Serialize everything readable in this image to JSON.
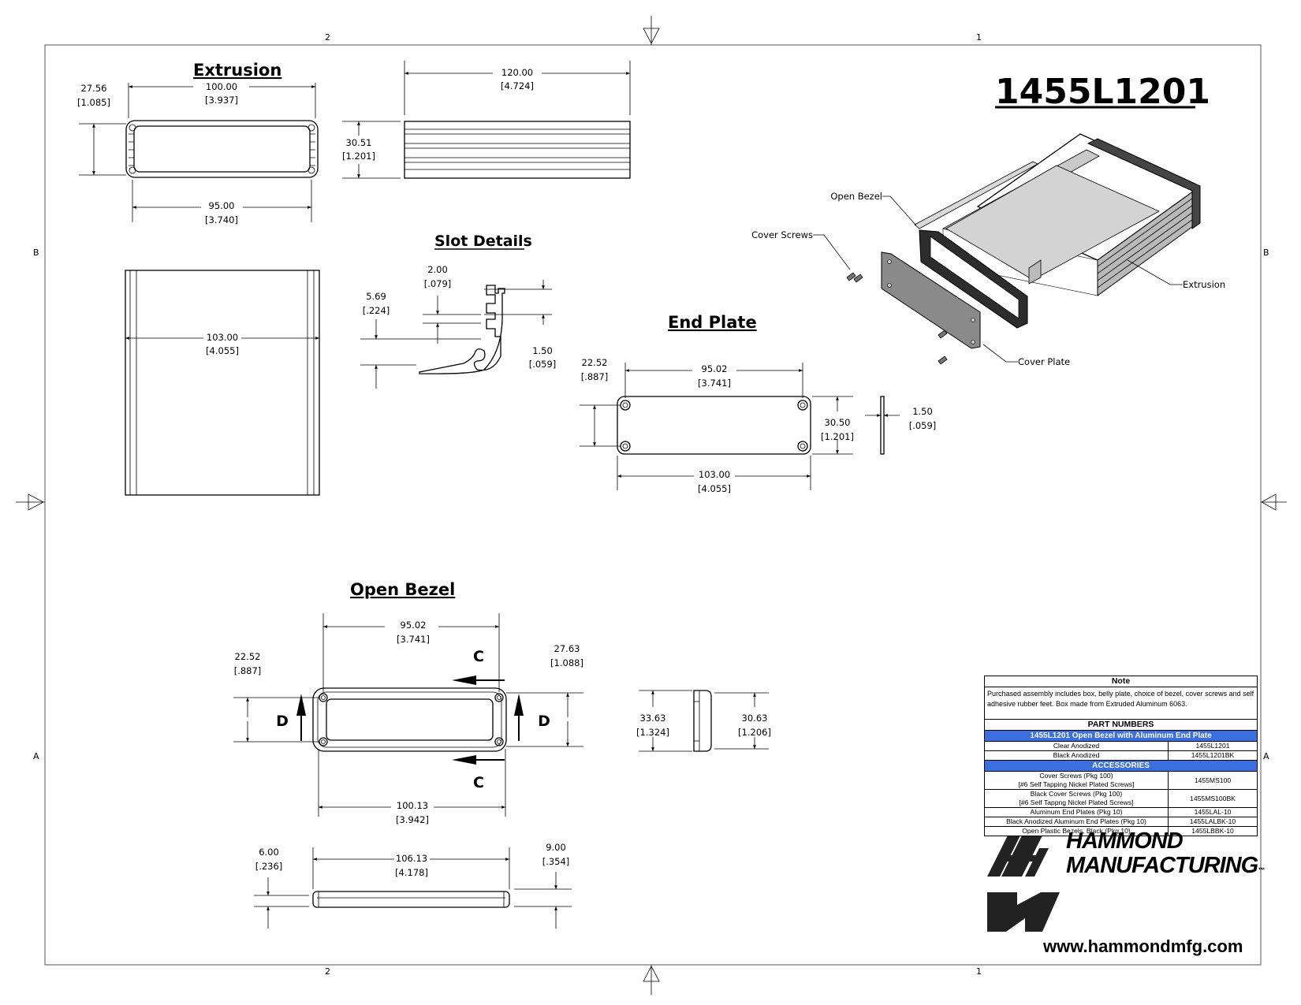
{
  "part_number": "1455L1201",
  "zones": {
    "top_left": "2",
    "top_right": "1",
    "bottom_left": "2",
    "bottom_right": "1",
    "left_upper": "B",
    "left_lower": "A",
    "right_upper": "B",
    "right_lower": "A"
  },
  "views": {
    "extrusion": {
      "title": "Extrusion",
      "dims": {
        "width": "100.00",
        "width_in": "[3.937]",
        "height": "27.56",
        "height_in": "[1.085]",
        "inner": "95.00",
        "inner_in": "[3.740]",
        "length": "120.00",
        "length_in": "[4.724]",
        "side_height": "30.51",
        "side_height_in": "[1.201]",
        "bottom": "103.00",
        "bottom_in": "[4.055]"
      }
    },
    "slot_details": {
      "title": "Slot Details",
      "dims": {
        "slot": "2.00",
        "slot_in": "[.079]",
        "depth": "5.69",
        "depth_in": "[.224]",
        "wall": "1.50",
        "wall_in": "[.059]"
      }
    },
    "end_plate": {
      "title": "End Plate",
      "dims": {
        "hole_span": "95.02",
        "hole_span_in": "[3.741]",
        "hole_v": "22.52",
        "hole_v_in": "[.887]",
        "height": "30.50",
        "height_in": "[1.201]",
        "width": "103.00",
        "width_in": "[4.055]",
        "thick": "1.50",
        "thick_in": "[.059]"
      }
    },
    "open_bezel": {
      "title": "Open Bezel",
      "dims": {
        "hole_span": "95.02",
        "hole_span_in": "[3.741]",
        "hole_v": "22.52",
        "hole_v_in": "[.887]",
        "section_h": "27.63",
        "section_h_in": "[1.088]",
        "inner_w": "100.13",
        "inner_w_in": "[3.942]",
        "outer_h": "33.63",
        "outer_h_in": "[1.324]",
        "inner_h": "30.63",
        "inner_h_in": "[1.206]",
        "depth": "6.00",
        "depth_in": "[.236]",
        "total_w": "106.13",
        "total_w_in": "[4.178]",
        "lip": "9.00",
        "lip_in": "[.354]"
      },
      "section_c": "C",
      "section_d": "D"
    }
  },
  "callouts": {
    "open_bezel": "Open Bezel",
    "cover_screws": "Cover Screws",
    "extrusion": "Extrusion",
    "cover_plate": "Cover Plate"
  },
  "note": {
    "header": "Note",
    "text": "Purchased assembly includes box, belly plate, choice of bezel, cover screws and self adhesive rubber feet. Box made from Extruded Aluminum 6063."
  },
  "part_numbers": {
    "header": "PART NUMBERS",
    "subheader": "1455L1201 Open Bezel with Aluminum End Plate",
    "rows": [
      {
        "desc": "Clear Anodized",
        "pn": "1455L1201"
      },
      {
        "desc": "Black Anodized",
        "pn": "1455L1201BK"
      }
    ]
  },
  "accessories": {
    "header": "ACCESSORIES",
    "rows": [
      {
        "desc": "Cover Screws (Pkg 100)",
        "desc2": "[#6 Self Tapping Nickel Plated Screws]",
        "pn": "1455MS100"
      },
      {
        "desc": "Black Cover Screws (Pkg 100)",
        "desc2": "[#6 Self Tappng Nickel Plated Screws]",
        "pn": "1455MS100BK"
      },
      {
        "desc": "Aluminum End Plates (Pkg 10)",
        "desc2": "",
        "pn": "1455LAL-10"
      },
      {
        "desc": "Black Anodized Aluminum End Plates (Pkg 10)",
        "desc2": "",
        "pn": "1455LALBK-10"
      },
      {
        "desc": "Open Plastic Bezels, Black (Pkg 10)",
        "desc2": "",
        "pn": "1455LBBK-10"
      }
    ]
  },
  "logo": {
    "line1": "HAMMOND",
    "line2": "MANUFACTURING",
    "tm": "™"
  },
  "website": "www.hammondmfg.com"
}
